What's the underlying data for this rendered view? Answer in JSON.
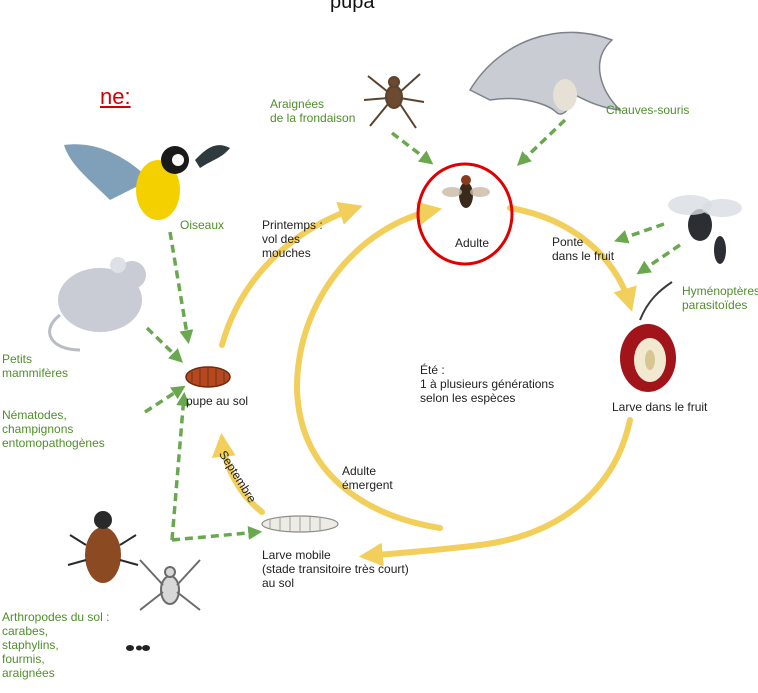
{
  "header_fragment": "ne:",
  "top_fragment": "pupa",
  "colors": {
    "cycle_arrow": "#f2cf5b",
    "predator_arrow": "#6aa84f",
    "label_green": "#4f8f2a",
    "highlight": "#e00000"
  },
  "stages": {
    "adult": "Adulte",
    "pupa": "pupe au sol",
    "larva_fruit": "Larve dans le fruit",
    "larva_mobile": "Larve mobile\n(stade transitoire très court)\nau sol"
  },
  "transitions": {
    "spring": "Printemps :\nvol des\nmouches",
    "laying": "Ponte\ndans le fruit",
    "summer": "Été :\n1 à plusieurs générations\nselon les espèces",
    "emergent": "Adulte\némergent",
    "september": "Septembre"
  },
  "enemies": {
    "spiders": "Araignées\nde la frondaison",
    "bats": "Chauves-souris",
    "birds": "Oiseaux",
    "mammals": "Petits\nmammifères",
    "nematodes": "Nématodes,\nchampignons\nentomopathogènes",
    "wasps": "Hyménoptères\nparasitoïdes",
    "arthropods": "Arthropodes du sol :\ncarabes,\nstaphylins,\nfourmis,\naraignées"
  }
}
